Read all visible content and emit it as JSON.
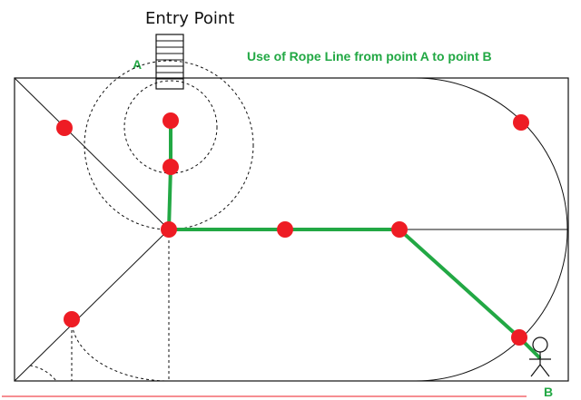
{
  "labels": {
    "entry_point": "Entry Point",
    "point_a": "A",
    "point_b": "B",
    "rope_caption": "Use of Rope Line from point A to point B"
  },
  "colors": {
    "rope": "#22a844",
    "node": "#ee1c24",
    "footer_rule": "#ee1c24",
    "outline": "#111111"
  },
  "icons": {
    "entry": "ladder-icon",
    "target": "person-icon"
  }
}
